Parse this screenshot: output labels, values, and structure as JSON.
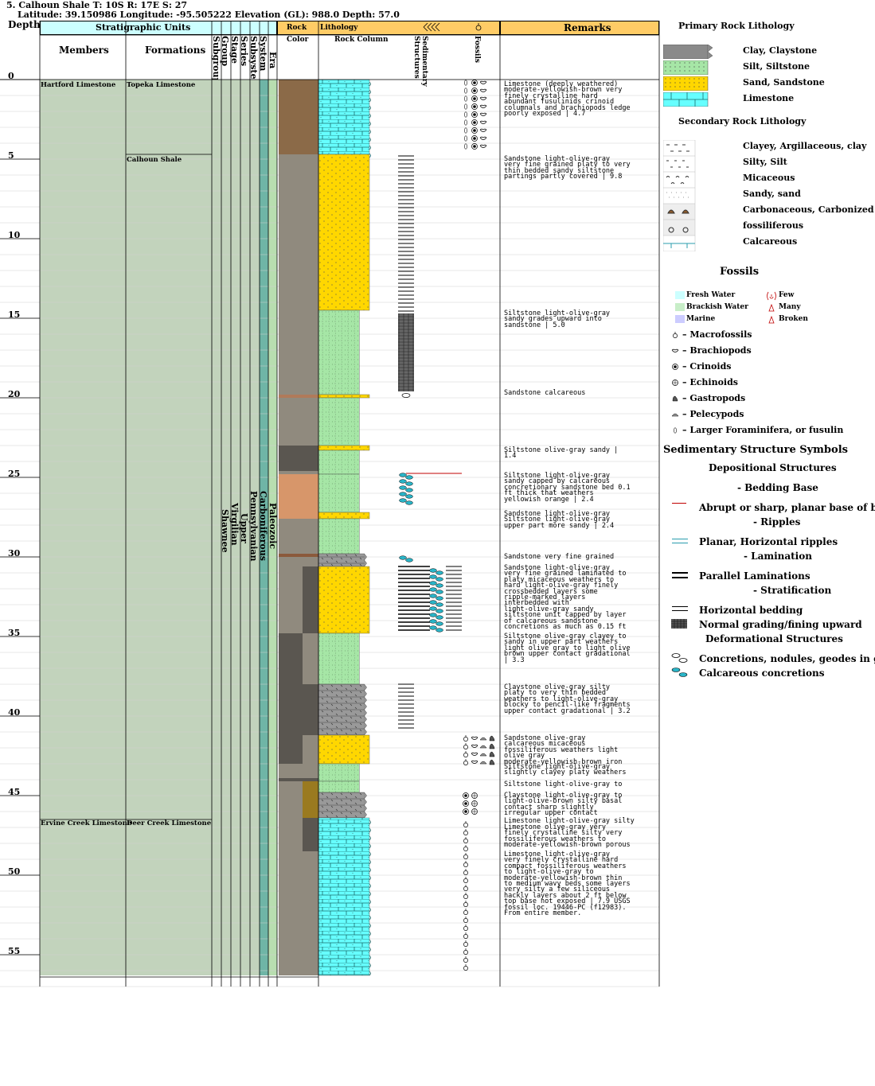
{
  "header": {
    "line1": "5. Calhoun Shale T: 10S R: 17E S: 27",
    "line2": "Latitude: 39.150986 Longitude: -95.505222 Elevation (GL): 988.0 Depth: 57.0"
  },
  "columns": {
    "depth": "Depth",
    "strat_units": "Stratigraphic Units",
    "members": "Members",
    "formations": "Formations",
    "subgroup": "Subgroup",
    "group": "Group",
    "stage": "Stage",
    "series": "Series",
    "subsystem": "Subsystem",
    "system": "System",
    "era": "Era",
    "rock": "Rock",
    "color": "Color",
    "lithology": "Lithology",
    "rock_column": "Rock Column",
    "sed_struct": "Sedimentary Structures",
    "fossils": "Fossils",
    "remarks": "Remarks"
  },
  "units": {
    "members": [
      {
        "name": "Hartford Limestone",
        "top": 0,
        "bottom": 46.5
      },
      {
        "name": "Ervine Creek Limestone",
        "top": 46.5,
        "bottom": 56.5
      }
    ],
    "formations": [
      {
        "name": "Topeka Limestone",
        "top": 0,
        "bottom": 4.7
      },
      {
        "name": "Calhoun Shale",
        "top": 4.7,
        "bottom": 46.5
      },
      {
        "name": "Deer Creek Limestone",
        "top": 46.5,
        "bottom": 56.5
      }
    ],
    "vertical": {
      "subgroup": "",
      "group": "Shawnee",
      "stage": "Virgilian",
      "series": "Upper",
      "subsystem": "Pennsylvanian",
      "system": "Carboniferous",
      "era": "Paleozoic"
    }
  },
  "depth_ticks": [
    "0",
    "5",
    "10",
    "15",
    "20",
    "25",
    "30",
    "35",
    "40",
    "45",
    "50",
    "55"
  ],
  "column_total": 57.0,
  "colors": {
    "header_cyan": "#ccffff",
    "header_orange": "#ffcc66",
    "unit_fill": "#c2d3bc",
    "teal": "#6fb5a6",
    "brackish": "#b8deb0",
    "limestone": "#66ffff",
    "sand": "#ffd700",
    "silt": "#a6e6a6",
    "clay": "#8a8a8a"
  },
  "rock_colors": [
    {
      "top": 0,
      "bottom": 4.7,
      "c": "#8b6a48"
    },
    {
      "top": 4.7,
      "bottom": 19.8,
      "c": "#908a7e"
    },
    {
      "top": 19.8,
      "bottom": 20.0,
      "c": "#b07a5a"
    },
    {
      "top": 20.0,
      "bottom": 23.0,
      "c": "#908a7e"
    },
    {
      "top": 23.0,
      "bottom": 24.6,
      "c": "#5a5650"
    },
    {
      "top": 24.6,
      "bottom": 24.8,
      "c": "#908a7e"
    },
    {
      "top": 24.8,
      "bottom": 27.6,
      "c": "#d7966a"
    },
    {
      "top": 27.6,
      "bottom": 29.8,
      "c": "#908a7e"
    },
    {
      "top": 29.8,
      "bottom": 30.0,
      "c": "#8b5a3c"
    },
    {
      "top": 30.0,
      "bottom": 30.6,
      "c": "#908a7e"
    },
    {
      "top": 30.6,
      "bottom": 34.8,
      "c": "#908a7e",
      "split": "#5a5650"
    },
    {
      "top": 34.8,
      "bottom": 38.0,
      "c": "#5a5650",
      "split": "#908a7e"
    },
    {
      "top": 38.0,
      "bottom": 41.2,
      "c": "#5a5650"
    },
    {
      "top": 41.2,
      "bottom": 43.0,
      "c": "#5a5650",
      "split": "#908a7e"
    },
    {
      "top": 43.0,
      "bottom": 43.9,
      "c": "#908a7e"
    },
    {
      "top": 43.9,
      "bottom": 44.1,
      "c": "#5a5650"
    },
    {
      "top": 44.1,
      "bottom": 46.4,
      "c": "#908a7e",
      "split": "#9a7a20"
    },
    {
      "top": 46.4,
      "bottom": 48.5,
      "c": "#908a7e",
      "split": "#5a5650"
    },
    {
      "top": 48.5,
      "bottom": 56.3,
      "c": "#908a7e"
    }
  ],
  "lithology": [
    {
      "top": 0,
      "bottom": 4.7,
      "type": "limestone",
      "w": 1.0
    },
    {
      "top": 4.7,
      "bottom": 14.5,
      "type": "sand",
      "w": 1.0
    },
    {
      "top": 14.5,
      "bottom": 19.8,
      "type": "silt",
      "w": 0.8
    },
    {
      "top": 19.8,
      "bottom": 20.0,
      "type": "sand",
      "w": 1.0
    },
    {
      "top": 20.0,
      "bottom": 23.0,
      "type": "silt",
      "w": 0.8
    },
    {
      "top": 23.0,
      "bottom": 23.3,
      "type": "sand",
      "w": 1.0
    },
    {
      "top": 23.3,
      "bottom": 24.8,
      "type": "silt",
      "w": 0.8
    },
    {
      "top": 24.8,
      "bottom": 27.2,
      "type": "silt",
      "w": 0.8
    },
    {
      "top": 27.2,
      "bottom": 27.6,
      "type": "sand",
      "w": 1.0
    },
    {
      "top": 27.6,
      "bottom": 29.8,
      "type": "silt",
      "w": 0.8
    },
    {
      "top": 29.8,
      "bottom": 30.6,
      "type": "clay",
      "w": 0.9
    },
    {
      "top": 30.6,
      "bottom": 34.8,
      "type": "sand",
      "w": 1.0
    },
    {
      "top": 34.8,
      "bottom": 38.0,
      "type": "silt",
      "w": 0.8
    },
    {
      "top": 38.0,
      "bottom": 41.2,
      "type": "clay",
      "w": 0.9
    },
    {
      "top": 41.2,
      "bottom": 43.0,
      "type": "sand",
      "w": 1.0
    },
    {
      "top": 43.0,
      "bottom": 44.1,
      "type": "silt",
      "w": 0.8
    },
    {
      "top": 44.1,
      "bottom": 44.8,
      "type": "silt",
      "w": 0.8
    },
    {
      "top": 44.8,
      "bottom": 46.4,
      "type": "clay",
      "w": 0.9
    },
    {
      "top": 46.4,
      "bottom": 56.3,
      "type": "limestone",
      "w": 1.0
    }
  ],
  "sed_structures": [
    {
      "top": 4.8,
      "bottom": 15.0,
      "kind": "horizontal"
    },
    {
      "top": 14.7,
      "bottom": 19.6,
      "kind": "grading"
    },
    {
      "top": 19.6,
      "bottom": 20.1,
      "kind": "concretion"
    },
    {
      "top": 24.7,
      "bottom": 26.7,
      "kind": "calc_concretion"
    },
    {
      "top": 24.75,
      "bottom": 24.75,
      "kind": "sharp_base"
    },
    {
      "top": 29.9,
      "bottom": 30.3,
      "kind": "calc_concretion"
    },
    {
      "top": 30.6,
      "bottom": 34.6,
      "kind": "parallel"
    },
    {
      "top": 30.7,
      "bottom": 34.6,
      "kind": "calc_concretion2"
    },
    {
      "top": 38.0,
      "bottom": 40.8,
      "kind": "horizontal"
    }
  ],
  "fossil_rows": [
    {
      "top": 0,
      "bottom": 4.5,
      "icons": "crin_brach",
      "col": "#f5e8e8"
    },
    {
      "top": 41.2,
      "bottom": 43.0,
      "icons": "macro_brach_pele_gast",
      "col": "#ffffff"
    },
    {
      "top": 44.8,
      "bottom": 46.4,
      "icons": "crin_echi",
      "col": "#ffffff"
    },
    {
      "top": 46.6,
      "bottom": 56.0,
      "icons": "macro",
      "col": "#ffffff"
    }
  ],
  "remarks": [
    {
      "depth": 0.2,
      "text": "Limestone (deeply weathered)\nmoderate-yellowish-brown very\nfinely crystalline hard\nabundant fusulinids crinoid\ncolumnals and brachiopods ledge\npoorly exposed | 4.7"
    },
    {
      "depth": 4.9,
      "text": "Sandstone light-olive-gray\nvery fine grained platy to very\nthin bedded sandy siltstone\npartings partly covered | 9.8"
    },
    {
      "depth": 14.6,
      "text": "Siltstone light-olive-gray\nsandy grades upward into\nsandstone | 5.0"
    },
    {
      "depth": 19.6,
      "text": "Sandstone calcareous"
    },
    {
      "depth": 23.2,
      "text": "Siltstone olive-gray sandy |\n1.4"
    },
    {
      "depth": 24.8,
      "text": "Siltstone light-olive-gray\nsandy capped by calcareous\nconcretionary sandstone bed 0.1\nft thick that weathers\nyellowish orange | 2.4"
    },
    {
      "depth": 27.2,
      "text": "Sandstone light-olive-gray\nSiltstone light-olive-gray\nupper part more sandy | 2.4"
    },
    {
      "depth": 29.9,
      "text": "Sandstone very fine grained"
    },
    {
      "depth": 30.6,
      "text": "Sandstone light-olive-gray\nvery fine grained laminated to\nplaty micaceous weathers to\nhard light-olive-gray finely\ncrossbedded layers some\nripple-marked layers\ninterbedded with\nlight-olive-gray sandy\nsiltstone unit capped by layer\nof calcareous sandstone\nconcretions as much as 0.15 ft"
    },
    {
      "depth": 34.9,
      "text": "Siltstone olive-gray clayey to\nsandy in upper part weathers\nlight olive gray to light olive\nbrown upper contact gradational\n| 3.3"
    },
    {
      "depth": 38.1,
      "text": "Claystone olive-gray silty\nplaty to very thin bedded\nweathers to light-olive-gray\nblocky to pencil-like fragments\nupper contact gradational | 3.2"
    },
    {
      "depth": 41.3,
      "text": "Sandstone olive-gray\ncalcareous micaceous\nfossiliferous weathers light\nolive gray\nmoderate-yellowish-brown iron"
    },
    {
      "depth": 43.1,
      "text": "Siltstone light-olive-gray\nslightly clayey platy weathers"
    },
    {
      "depth": 44.2,
      "text": "Siltstone light-olive-gray to"
    },
    {
      "depth": 44.9,
      "text": "Claystone light-olive-gray to\nlight-olive-brown silty basal\ncontact sharp slightly\nirregular upper contact"
    },
    {
      "depth": 46.5,
      "text": "Limestone light-olive-gray silty"
    },
    {
      "depth": 46.9,
      "text": "Limestone olive-gray very\nfinely crystalline silty very\nfossiliferous weathers to\nmoderate-yellowish-brown porous"
    },
    {
      "depth": 48.6,
      "text": "Limestone light-olive-gray\nvery finely crystalline hard\ncompact fossiliferous weathers\nto light-olive-gray to\nmoderate-yellowish-brown thin\nto medium wavy beds some layers\nvery silty a few siliceous\nhackly layers about 2 ft below\ntop base not exposed | 7.9 USGS\nfossil loc. 19446-PC (f12983).\nFrom entire member."
    }
  ],
  "legend": {
    "primary_title": "Primary Rock Lithology",
    "primary": [
      {
        "label": "Clay, Claystone",
        "type": "clay"
      },
      {
        "label": "Silt, Siltstone",
        "type": "silt"
      },
      {
        "label": "Sand, Sandstone",
        "type": "sand"
      },
      {
        "label": "Limestone",
        "type": "limestone"
      }
    ],
    "secondary_title": "Secondary Rock Lithology",
    "secondary": [
      {
        "label": "Clayey, Argillaceous, clay",
        "type": "clayey"
      },
      {
        "label": "Silty, Silt",
        "type": "silty"
      },
      {
        "label": "Micaceous",
        "type": "mica"
      },
      {
        "label": "Sandy, sand",
        "type": "sandy"
      },
      {
        "label": "Carbonaceous, Carbonized",
        "type": "carb"
      },
      {
        "label": "fossiliferous",
        "type": "foss"
      },
      {
        "label": "Calcareous",
        "type": "calc"
      }
    ],
    "fossils_title": "Fossils",
    "env": [
      {
        "label": "Fresh Water",
        "color": "#ccffff"
      },
      {
        "label": "Brackish Water",
        "color": "#c8eec8"
      },
      {
        "label": "Marine",
        "color": "#ccccff"
      }
    ],
    "abund": [
      {
        "label": "Few"
      },
      {
        "label": "Many"
      },
      {
        "label": "Broken"
      }
    ],
    "fossil_types": [
      {
        "label": "– Macrofossils",
        "icon": "macro"
      },
      {
        "label": "– Brachiopods",
        "icon": "brach"
      },
      {
        "label": "– Crinoids",
        "icon": "crin"
      },
      {
        "label": "– Echinoids",
        "icon": "echi"
      },
      {
        "label": "– Gastropods",
        "icon": "gast"
      },
      {
        "label": "– Pelecypods",
        "icon": "pele"
      },
      {
        "label": "– Larger Foraminifera, or fusulin",
        "icon": "fora"
      }
    ],
    "sed_title": "Sedimentary Structure Symbols",
    "dep_title": "Depositional Structures",
    "bedding_base": "- Bedding Base",
    "abrupt": "Abrupt or sharp, planar base of bed",
    "ripples": "- Ripples",
    "planar": "Planar, Horizontal ripples",
    "lamination": "- Lamination",
    "parallel": "Parallel Laminations",
    "stratification": "- Stratification",
    "horizontal": "Horizontal bedding",
    "grading": "Normal grading/fining upward",
    "deform_title": "Deformational Structures",
    "concretions": "Concretions, nodules, geodes in general",
    "calc_concretions": "Calcareous concretions"
  }
}
